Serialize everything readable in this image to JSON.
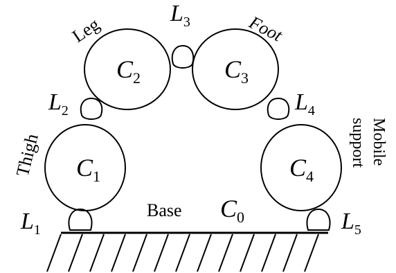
{
  "colors": {
    "stroke": "#000000",
    "background": "#ffffff"
  },
  "links": [
    {
      "id": "C0",
      "base": "C",
      "sub": "0",
      "name": "Base"
    },
    {
      "id": "C1",
      "base": "C",
      "sub": "1",
      "name": "Thigh"
    },
    {
      "id": "C2",
      "base": "C",
      "sub": "2",
      "name": "Leg"
    },
    {
      "id": "C3",
      "base": "C",
      "sub": "3",
      "name": "Foot"
    },
    {
      "id": "C4",
      "base": "C",
      "sub": "4",
      "name_line1": "Mobile",
      "name_line2": "support"
    }
  ],
  "joints": [
    {
      "id": "L1",
      "base": "L",
      "sub": "1"
    },
    {
      "id": "L2",
      "base": "L",
      "sub": "2"
    },
    {
      "id": "L3",
      "base": "L",
      "sub": "3"
    },
    {
      "id": "L4",
      "base": "L",
      "sub": "4"
    },
    {
      "id": "L5",
      "base": "L",
      "sub": "5"
    }
  ]
}
